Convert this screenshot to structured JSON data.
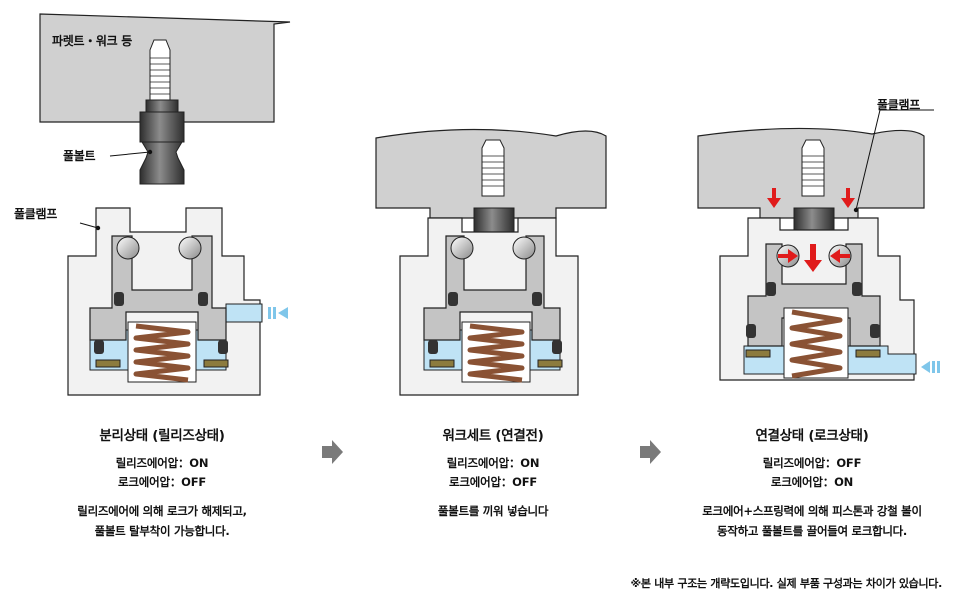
{
  "labels": {
    "pallet_work": "파렛트・워크 등",
    "pull_bolt": "풀볼트",
    "pull_clamp_left": "풀클램프",
    "pull_clamp_right": "풀클램프"
  },
  "states": [
    {
      "title": "분리상태 (릴리즈상태)",
      "release_air": "릴리즈에어압：ON",
      "lock_air": "로크에어압：OFF",
      "desc_line1": "릴리즈에어에 의해 로크가 해제되고,",
      "desc_line2": "풀볼트 탈부착이 가능합니다."
    },
    {
      "title": "워크세트 (연결전)",
      "release_air": "릴리즈에어압：ON",
      "lock_air": "로크에어압：OFF",
      "desc_line1": "풀볼트를 끼워 넣습니다",
      "desc_line2": ""
    },
    {
      "title": "연결상태 (로크상태)",
      "release_air": "릴리즈에어압：OFF",
      "lock_air": "로크에어압：ON",
      "desc_line1": "로크에어+스프링력에 의해 피스톤과 강철 볼이",
      "desc_line2": "동작하고 풀볼트를 끌어들여 로크합니다."
    }
  ],
  "footnote": "※본 내부 구조는 개략도입니다. 실제 부품 구성과는 차이가 있습니다.",
  "colors": {
    "body": "#f2f2f2",
    "piston": "#c4c4c4",
    "pallet": "#d0d0d0",
    "bolt_dark": "#4a4a4a",
    "spring": "#8a5234",
    "air": "#bfe3f5",
    "air_arrow": "#7fc6ea",
    "force_arrow": "#e01b1b",
    "seal": "#8c7b3e",
    "outline": "#222222",
    "step_arrow": "#7a7a7a"
  }
}
